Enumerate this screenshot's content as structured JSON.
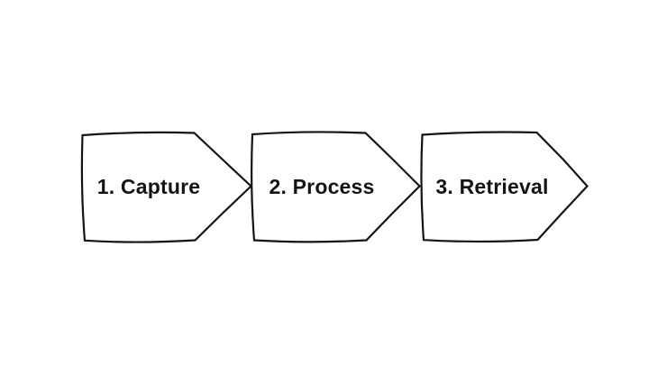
{
  "diagram": {
    "type": "process-flow",
    "background_color": "#ffffff",
    "shape_fill_color": "#ffffff",
    "shape_stroke_color": "#141414",
    "text_color": "#141414",
    "style": "hand-drawn chevron arrows pointing right",
    "steps": [
      {
        "label": "1. Capture"
      },
      {
        "label": "2. Process"
      },
      {
        "label": "3. Retrieval"
      }
    ]
  }
}
